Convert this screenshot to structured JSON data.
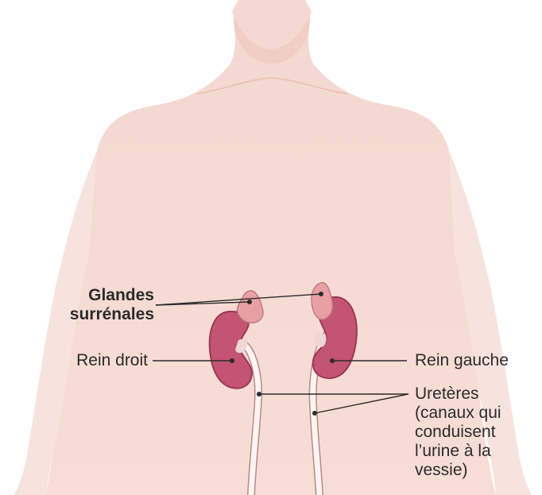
{
  "labels": {
    "adrenal_glands_line1": "Glandes",
    "adrenal_glands_line2": "surrénales",
    "right_kidney": "Rein droit",
    "left_kidney": "Rein gauche",
    "ureters_line1": "Uretères",
    "ureters_line2": "(canaux qui",
    "ureters_line3": "conduisent",
    "ureters_line4": "l’urine à la",
    "ureters_line5": "vessie)"
  },
  "colors": {
    "skin": "#f4d6cf",
    "skin_shadow": "#ecc3b9",
    "kidney": "#c45473",
    "kidney_shadow": "#a33c5a",
    "adrenal": "#e8a0a6",
    "label_text": "#2b2b2b",
    "leader_line": "#2b2b2b"
  }
}
